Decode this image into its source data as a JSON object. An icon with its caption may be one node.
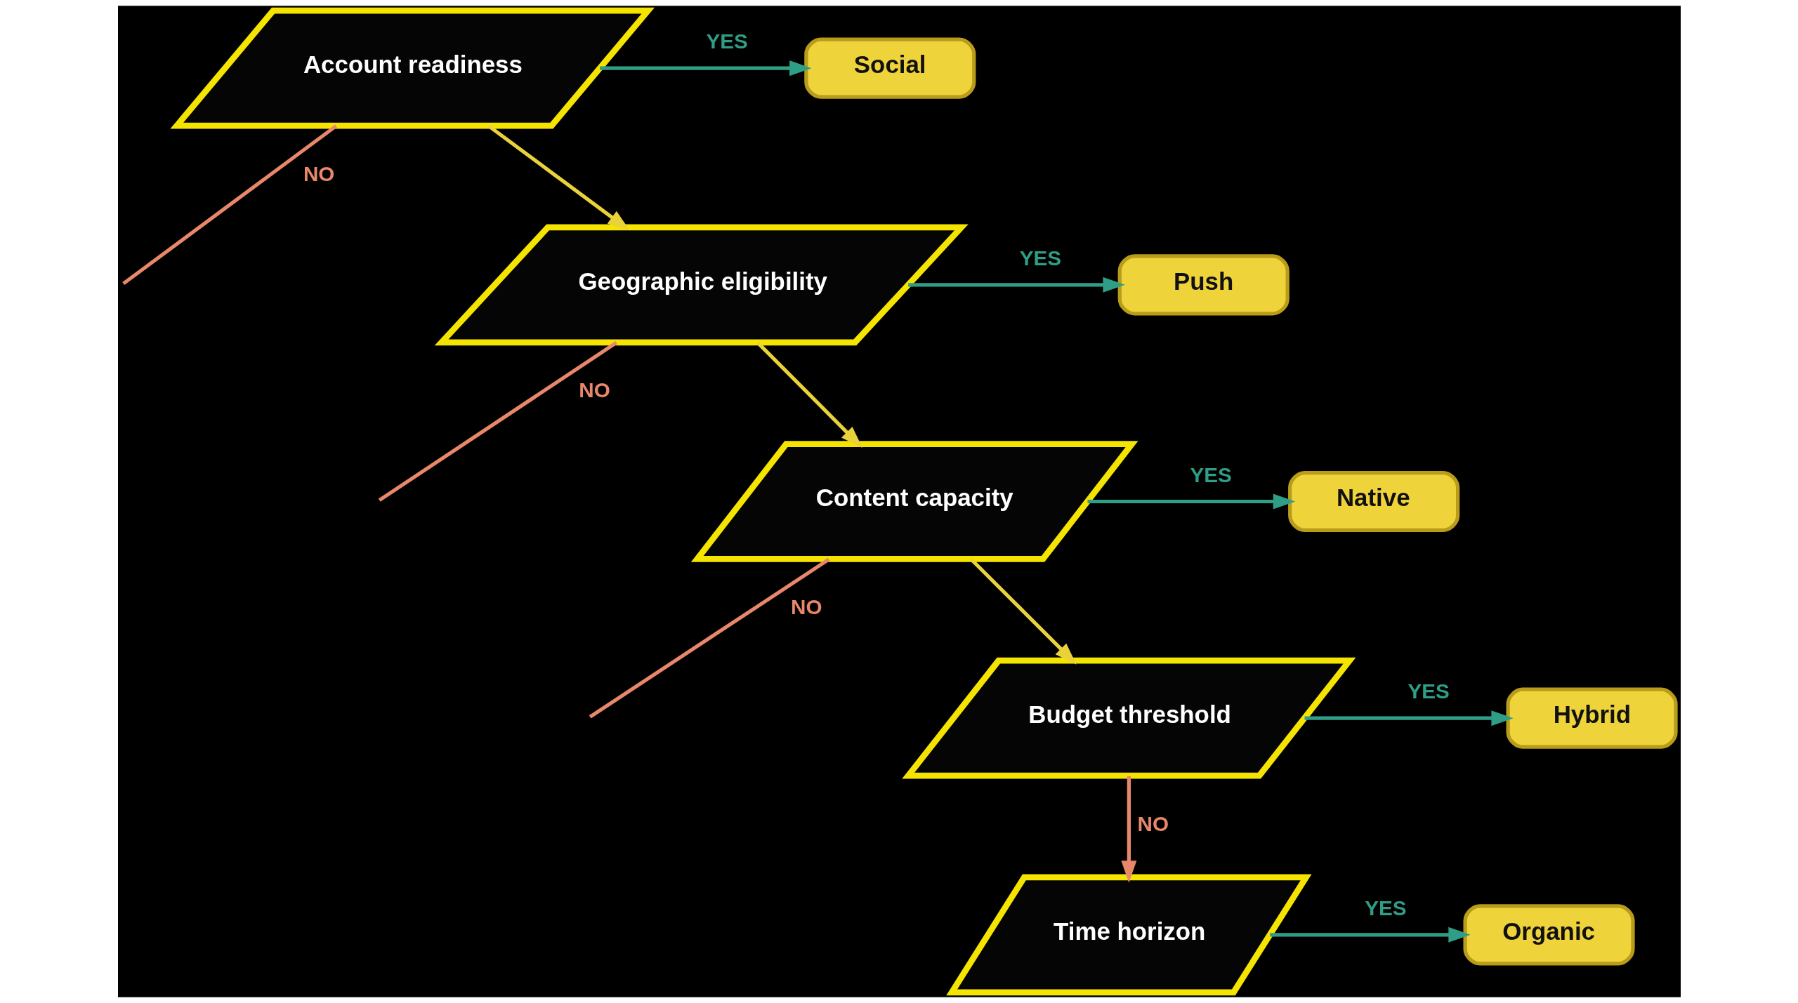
{
  "diagram": {
    "nodes": [
      {
        "text": [
          "Account readiness"
        ]
      },
      {
        "text": [
          "Social"
        ]
      },
      {
        "text": [
          "Geographic eligibility"
        ]
      },
      {
        "text": [
          "Push"
        ]
      },
      {
        "text": [
          "Content capacity"
        ]
      },
      {
        "text": [
          "Native"
        ]
      },
      {
        "text": [
          "Budget threshold"
        ]
      },
      {
        "text": [
          "Hybrid"
        ]
      },
      {
        "text": [
          "Time horizon"
        ]
      },
      {
        "text": [
          "Organic"
        ]
      }
    ],
    "edges": [
      {
        "from": 0,
        "to": 1,
        "arrow": "to",
        "label": "YES"
      },
      {
        "from": 0,
        "to": 2,
        "arrow": "to",
        "color": "#e9d23a"
      },
      {
        "from": 0,
        "to": null,
        "arrow": "none",
        "label": "NO",
        "color": "#e8876a"
      },
      {
        "from": 2,
        "to": 3,
        "arrow": "to",
        "label": "YES"
      },
      {
        "from": 2,
        "to": 4,
        "arrow": "to",
        "color": "#e9d23a"
      },
      {
        "from": 2,
        "to": null,
        "arrow": "none",
        "label": "NO",
        "color": "#e8876a"
      },
      {
        "from": 4,
        "to": 5,
        "arrow": "to",
        "label": "YES"
      },
      {
        "from": 4,
        "to": 6,
        "arrow": "to",
        "color": "#e9d23a"
      },
      {
        "from": 4,
        "to": null,
        "arrow": "none",
        "label": "NO",
        "color": "#e8876a"
      },
      {
        "from": 6,
        "to": 7,
        "arrow": "to",
        "label": "YES"
      },
      {
        "from": 6,
        "to": 8,
        "arrow": "to",
        "label": "NO",
        "color": "#e8876a"
      },
      {
        "from": 8,
        "to": 9,
        "arrow": "to",
        "label": "YES"
      }
    ]
  }
}
